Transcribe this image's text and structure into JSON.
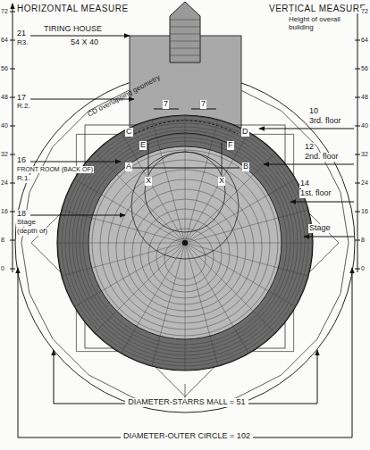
{
  "diagram": {
    "labels": [
      "HORIZONTAL MEASURE",
      "VERTICAL MEASURE",
      "72",
      "64",
      "56",
      "48",
      "40",
      "32",
      "24",
      "16",
      "8",
      "0",
      "72",
      "64",
      "56",
      "48",
      "40",
      "32",
      "24",
      "16",
      "8",
      "0",
      "21",
      "R3.",
      "TIRING HOUSE",
      "54 X 40",
      "Height of overall building",
      "17",
      "R.2.",
      "10",
      "3rd. floor",
      "CD overlapping geometry",
      "7",
      "7",
      "C",
      "D",
      "E",
      "F",
      "A",
      "B",
      "X",
      "X",
      "12",
      "2nd. floor",
      "16",
      "FRONT ROOM (BACK OF)",
      "R.1.",
      "14",
      "1st. floor",
      "18",
      "Stage",
      "(depth of)",
      "Stage",
      "DIAMETER-STARRS MALL = 51",
      "DIAMETER-OUTER CIRCLE = 102"
    ]
  }
}
